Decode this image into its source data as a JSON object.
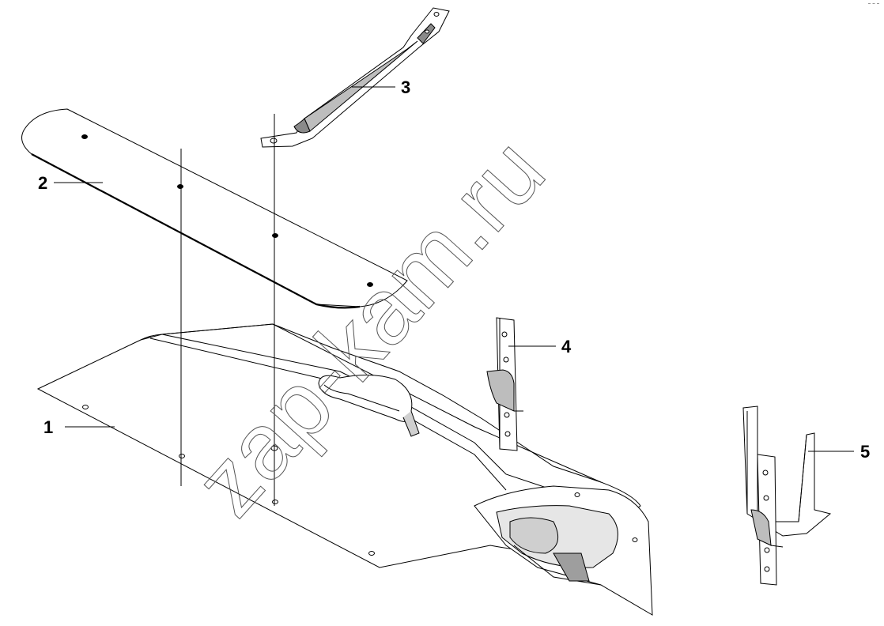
{
  "callouts": [
    {
      "id": "1",
      "label": "1"
    },
    {
      "id": "2",
      "label": "2"
    },
    {
      "id": "3",
      "label": "3"
    },
    {
      "id": "4",
      "label": "4"
    },
    {
      "id": "5",
      "label": "5"
    }
  ],
  "watermark": "zap-kam.ru",
  "colors": {
    "line": "#000000",
    "fill": "#ffffff",
    "shade": "#bdbdbd",
    "dark_shade": "#7a7a7a",
    "watermark": "#555555"
  }
}
